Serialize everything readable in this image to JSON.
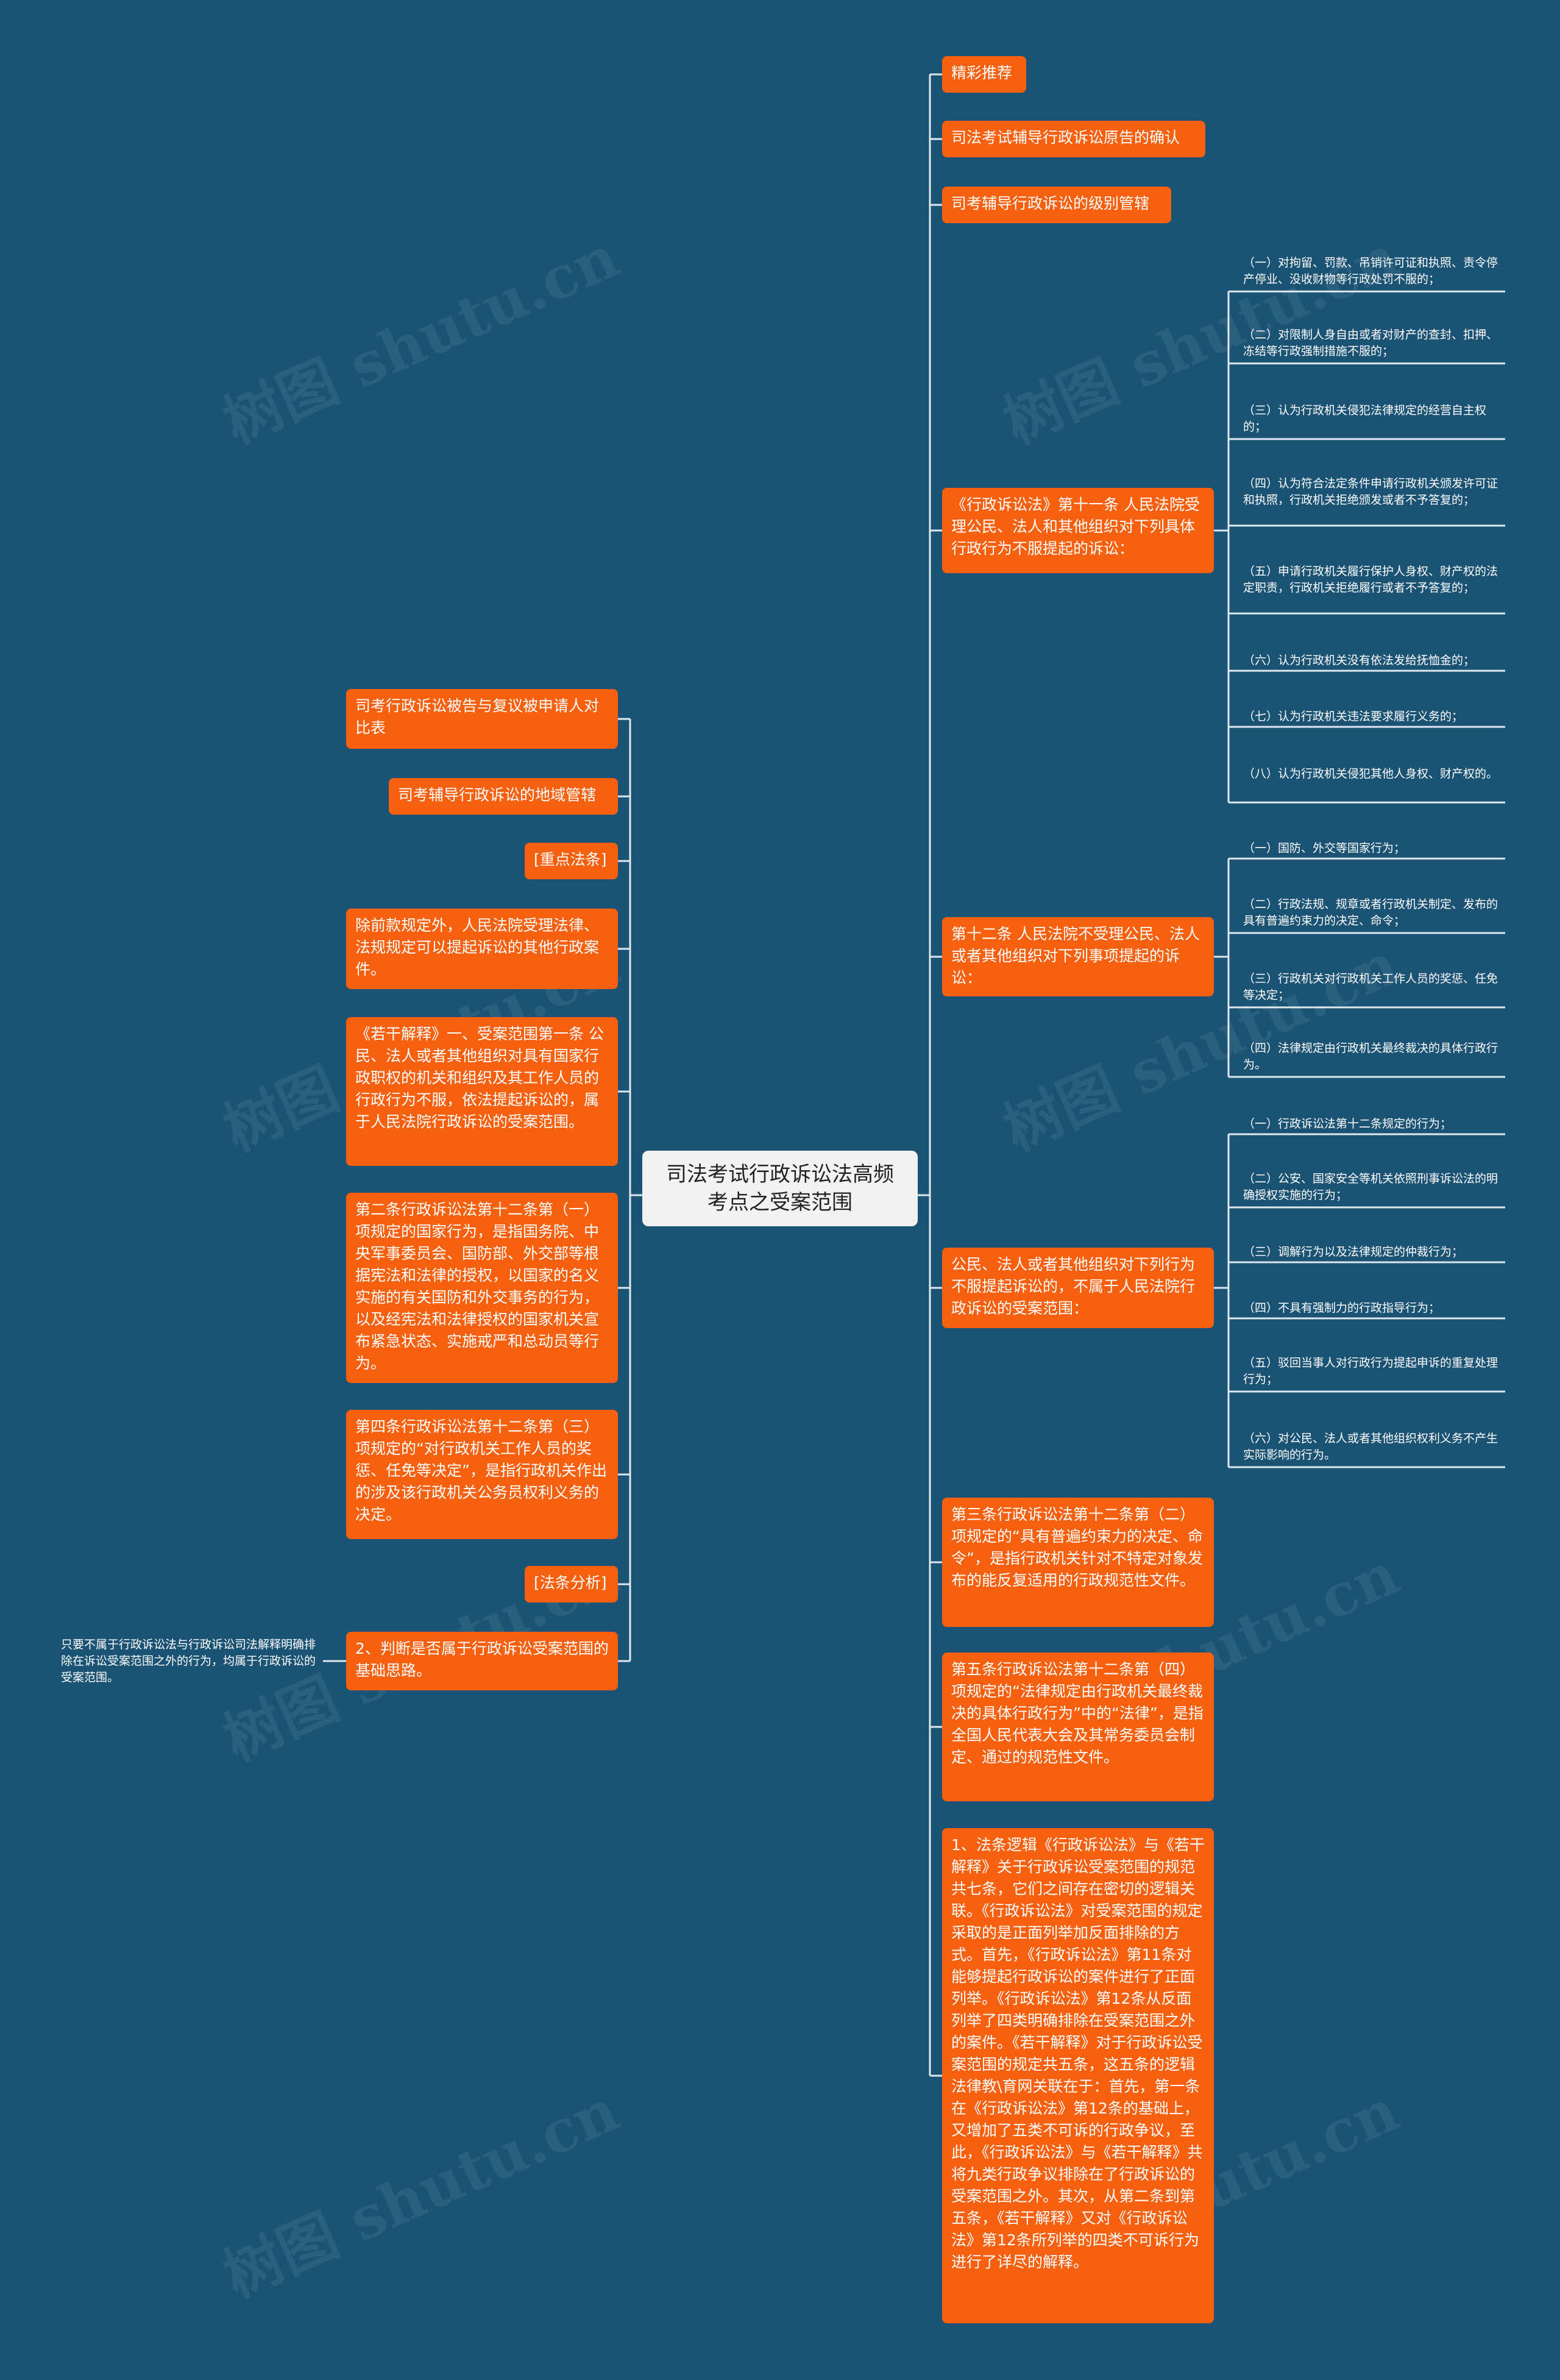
{
  "root": {
    "title": "司法考试行政诉讼法高频考点之受案范围"
  },
  "right": [
    {
      "id": "r1",
      "text": "精彩推荐"
    },
    {
      "id": "r2",
      "text": "司法考试辅导行政诉讼原告的确认"
    },
    {
      "id": "r3",
      "text": "司考辅导行政诉讼的级别管辖"
    },
    {
      "id": "r4",
      "text": "《行政诉讼法》第十一条 人民法院受理公民、法人和其他组织对下列具体行政行为不服提起的诉讼：",
      "children": [
        "（一）对拘留、罚款、吊销许可证和执照、责令停产停业、没收财物等行政处罚不服的；",
        "（二）对限制人身自由或者对财产的查封、扣押、冻结等行政强制措施不服的；",
        "（三）认为行政机关侵犯法律规定的经营自主权的；",
        "（四）认为符合法定条件申请行政机关颁发许可证和执照，行政机关拒绝颁发或者不予答复的；",
        "（五）申请行政机关履行保护人身权、财产权的法定职责，行政机关拒绝履行或者不予答复的；",
        "（六）认为行政机关没有依法发给抚恤金的；",
        "（七）认为行政机关违法要求履行义务的；",
        "（八）认为行政机关侵犯其他人身权、财产权的。"
      ]
    },
    {
      "id": "r5",
      "text": "第十二条 人民法院不受理公民、法人或者其他组织对下列事项提起的诉讼：",
      "children": [
        "（一）国防、外交等国家行为；",
        "（二）行政法规、规章或者行政机关制定、发布的具有普遍约束力的决定、命令；",
        "（三）行政机关对行政机关工作人员的奖惩、任免等决定；",
        "（四）法律规定由行政机关最终裁决的具体行政行为。"
      ]
    },
    {
      "id": "r6",
      "text": "公民、法人或者其他组织对下列行为不服提起诉讼的，不属于人民法院行政诉讼的受案范围：",
      "children": [
        "（一）行政诉讼法第十二条规定的行为；",
        "（二）公安、国家安全等机关依照刑事诉讼法的明确授权实施的行为；",
        "（三）调解行为以及法律规定的仲裁行为；",
        "（四）不具有强制力的行政指导行为；",
        "（五）驳回当事人对行政行为提起申诉的重复处理行为；",
        "（六）对公民、法人或者其他组织权利义务不产生实际影响的行为。"
      ]
    },
    {
      "id": "r7",
      "text": "第三条行政诉讼法第十二条第（二）项规定的“具有普遍约束力的决定、命令”，是指行政机关针对不特定对象发布的能反复适用的行政规范性文件。"
    },
    {
      "id": "r8",
      "text": "第五条行政诉讼法第十二条第（四）项规定的“法律规定由行政机关最终裁决的具体行政行为”中的“法律”，是指全国人民代表大会及其常务委员会制定、通过的规范性文件。"
    },
    {
      "id": "r9",
      "text": "1、法条逻辑《行政诉讼法》与《若干解释》关于行政诉讼受案范围的规范共七条，它们之间存在密切的逻辑关联。《行政诉讼法》对受案范围的规定采取的是正面列举加反面排除的方式。首先，《行政诉讼法》第11条对能够提起行政诉讼的案件进行了正面列举。《行政诉讼法》第12条从反面列举了四类明确排除在受案范围之外的案件。《若干解释》对于行政诉讼受案范围的规定共五条，这五条的逻辑法律教\\育网关联在于：首先，第一条在《行政诉讼法》第12条的基础上，又增加了五类不可诉的行政争议，至此，《行政诉讼法》与《若干解释》共将九类行政争议排除在了行政诉讼的受案范围之外。其次，从第二条到第五条，《若干解释》又对《行政诉讼法》第12条所列举的四类不可诉行为进行了详尽的解释。"
    }
  ],
  "left": [
    {
      "id": "l1",
      "text": "司考行政诉讼被告与复议被申请人对比表"
    },
    {
      "id": "l2",
      "text": "司考辅导行政诉讼的地域管辖"
    },
    {
      "id": "l3",
      "text": "[重点法条]"
    },
    {
      "id": "l4",
      "text": "除前款规定外，人民法院受理法律、法规规定可以提起诉讼的其他行政案件。"
    },
    {
      "id": "l5",
      "text": "《若干解释》一、受案范围第一条 公民、法人或者其他组织对具有国家行政职权的机关和组织及其工作人员的行政行为不服，依法提起诉讼的，属于人民法院行政诉讼的受案范围。"
    },
    {
      "id": "l6",
      "text": "第二条行政诉讼法第十二条第（一）项规定的国家行为，是指国务院、中央军事委员会、国防部、外交部等根据宪法和法律的授权，以国家的名义实施的有关国防和外交事务的行为，以及经宪法和法律授权的国家机关宣布紧急状态、实施戒严和总动员等行为。"
    },
    {
      "id": "l7",
      "text": "第四条行政诉讼法第十二条第（三）项规定的“对行政机关工作人员的奖惩、任免等决定”，是指行政机关作出的涉及该行政机关公务员权利义务的决定。"
    },
    {
      "id": "l8",
      "text": "[法条分析]"
    },
    {
      "id": "l9",
      "text": "2、判断是否属于行政诉讼受案范围的基础思路。",
      "children": [
        "只要不属于行政诉讼法与行政诉讼司法解释明确排除在诉讼受案范围之外的行为，均属于行政诉讼的受案范围。"
      ]
    }
  ],
  "watermark": "树图 shutu.cn",
  "colors": {
    "background": "#1b5375",
    "node": "#f6600e",
    "root": "#f2f2f2",
    "line": "#dfe7ee"
  }
}
